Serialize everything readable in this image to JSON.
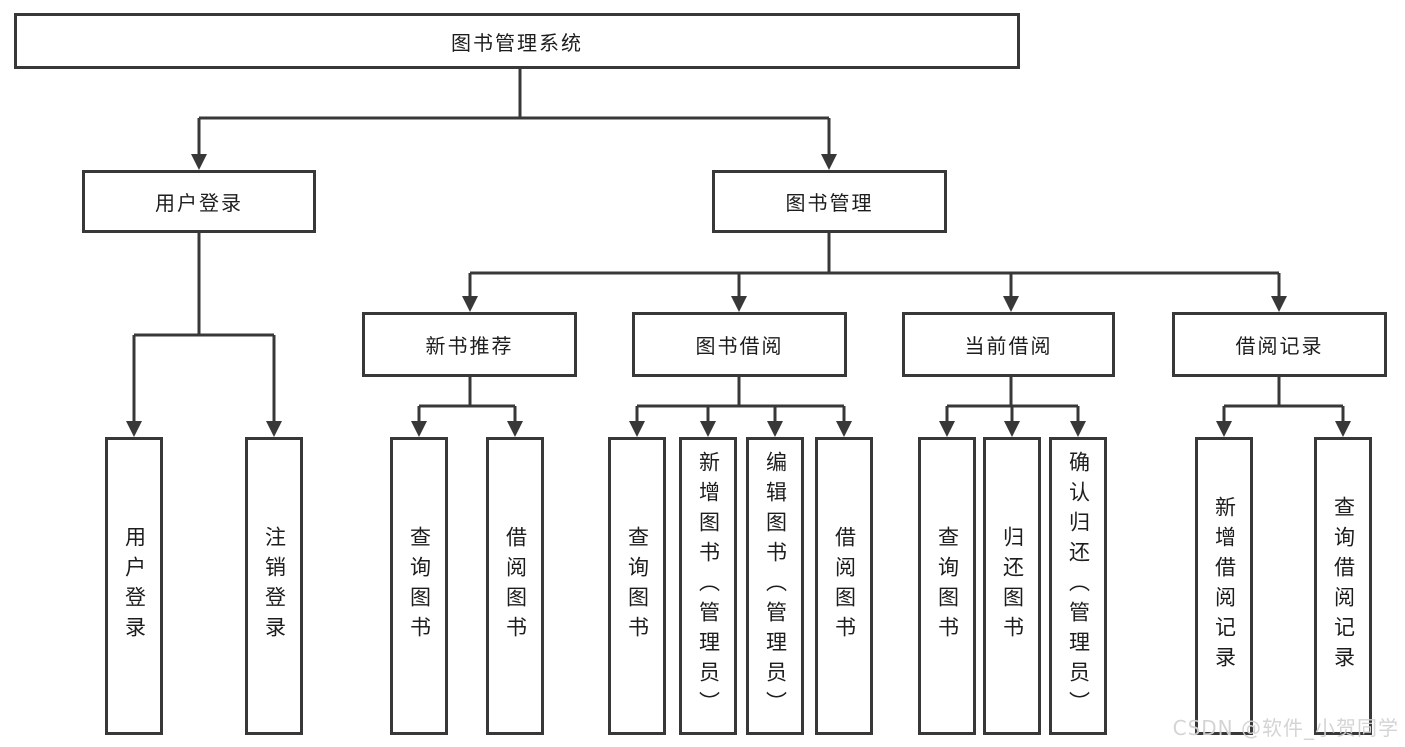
{
  "chart": {
    "type": "hierarchy-diagram",
    "root": {
      "label": "图书管理系统"
    },
    "branches": [
      {
        "label": "用户登录",
        "children": [
          {
            "label": "用户登录"
          },
          {
            "label": "注销登录"
          }
        ]
      },
      {
        "label": "图书管理",
        "children": [
          {
            "label": "新书推荐",
            "children": [
              {
                "label": "查询图书"
              },
              {
                "label": "借阅图书"
              }
            ]
          },
          {
            "label": "图书借阅",
            "children": [
              {
                "label": "查询图书"
              },
              {
                "label": "新增图书（管理员）"
              },
              {
                "label": "编辑图书（管理员）"
              },
              {
                "label": "借阅图书"
              }
            ]
          },
          {
            "label": "当前借阅",
            "children": [
              {
                "label": "查询图书"
              },
              {
                "label": "归还图书"
              },
              {
                "label": "确认归还（管理员）"
              }
            ]
          },
          {
            "label": "借阅记录",
            "children": [
              {
                "label": "新增借阅记录"
              },
              {
                "label": "查询借阅记录"
              }
            ]
          }
        ]
      }
    ],
    "colors": {
      "line": "#383838",
      "box_border": "#383838",
      "text": "#1d1d1d",
      "background": "#ffffff",
      "watermark": "#d2d2d2"
    }
  },
  "watermark": {
    "text": "CSDN @软件_小贺同学"
  }
}
